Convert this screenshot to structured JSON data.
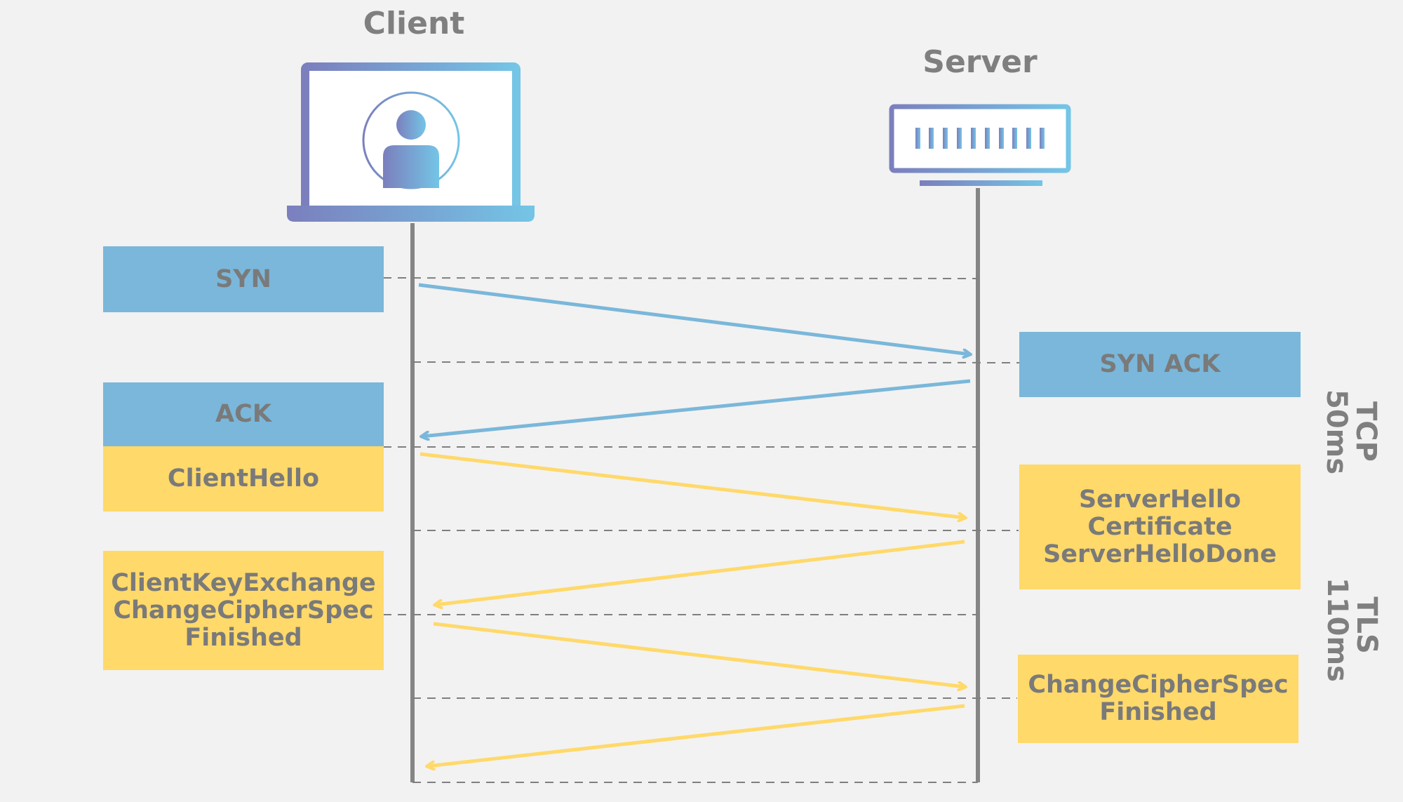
{
  "client": {
    "title": "Client"
  },
  "server": {
    "title": "Server"
  },
  "messages": {
    "syn": "SYN",
    "syn_ack": "SYN ACK",
    "ack": "ACK",
    "client_hello": "ClientHello",
    "server_hello": [
      "ServerHello",
      "Certificate",
      "ServerHelloDone"
    ],
    "client_key": [
      "ClientKeyExchange",
      "ChangeCipherSpec",
      "Finished"
    ],
    "server_finished": [
      "ChangeCipherSpec",
      "Finished"
    ]
  },
  "phases": {
    "tcp": [
      "TCP",
      "50ms"
    ],
    "tls": [
      "TLS",
      "110ms"
    ]
  },
  "colors": {
    "tcp": "#7ab7da",
    "tls": "#ffd96a",
    "gradient_start": "#7b7fbd",
    "gradient_end": "#74c5e6",
    "text": "#7a7a7a",
    "lifeline": "#858585",
    "background": "#f2f2f2"
  },
  "icons": {
    "client": "laptop-user-icon",
    "server": "server-icon"
  }
}
